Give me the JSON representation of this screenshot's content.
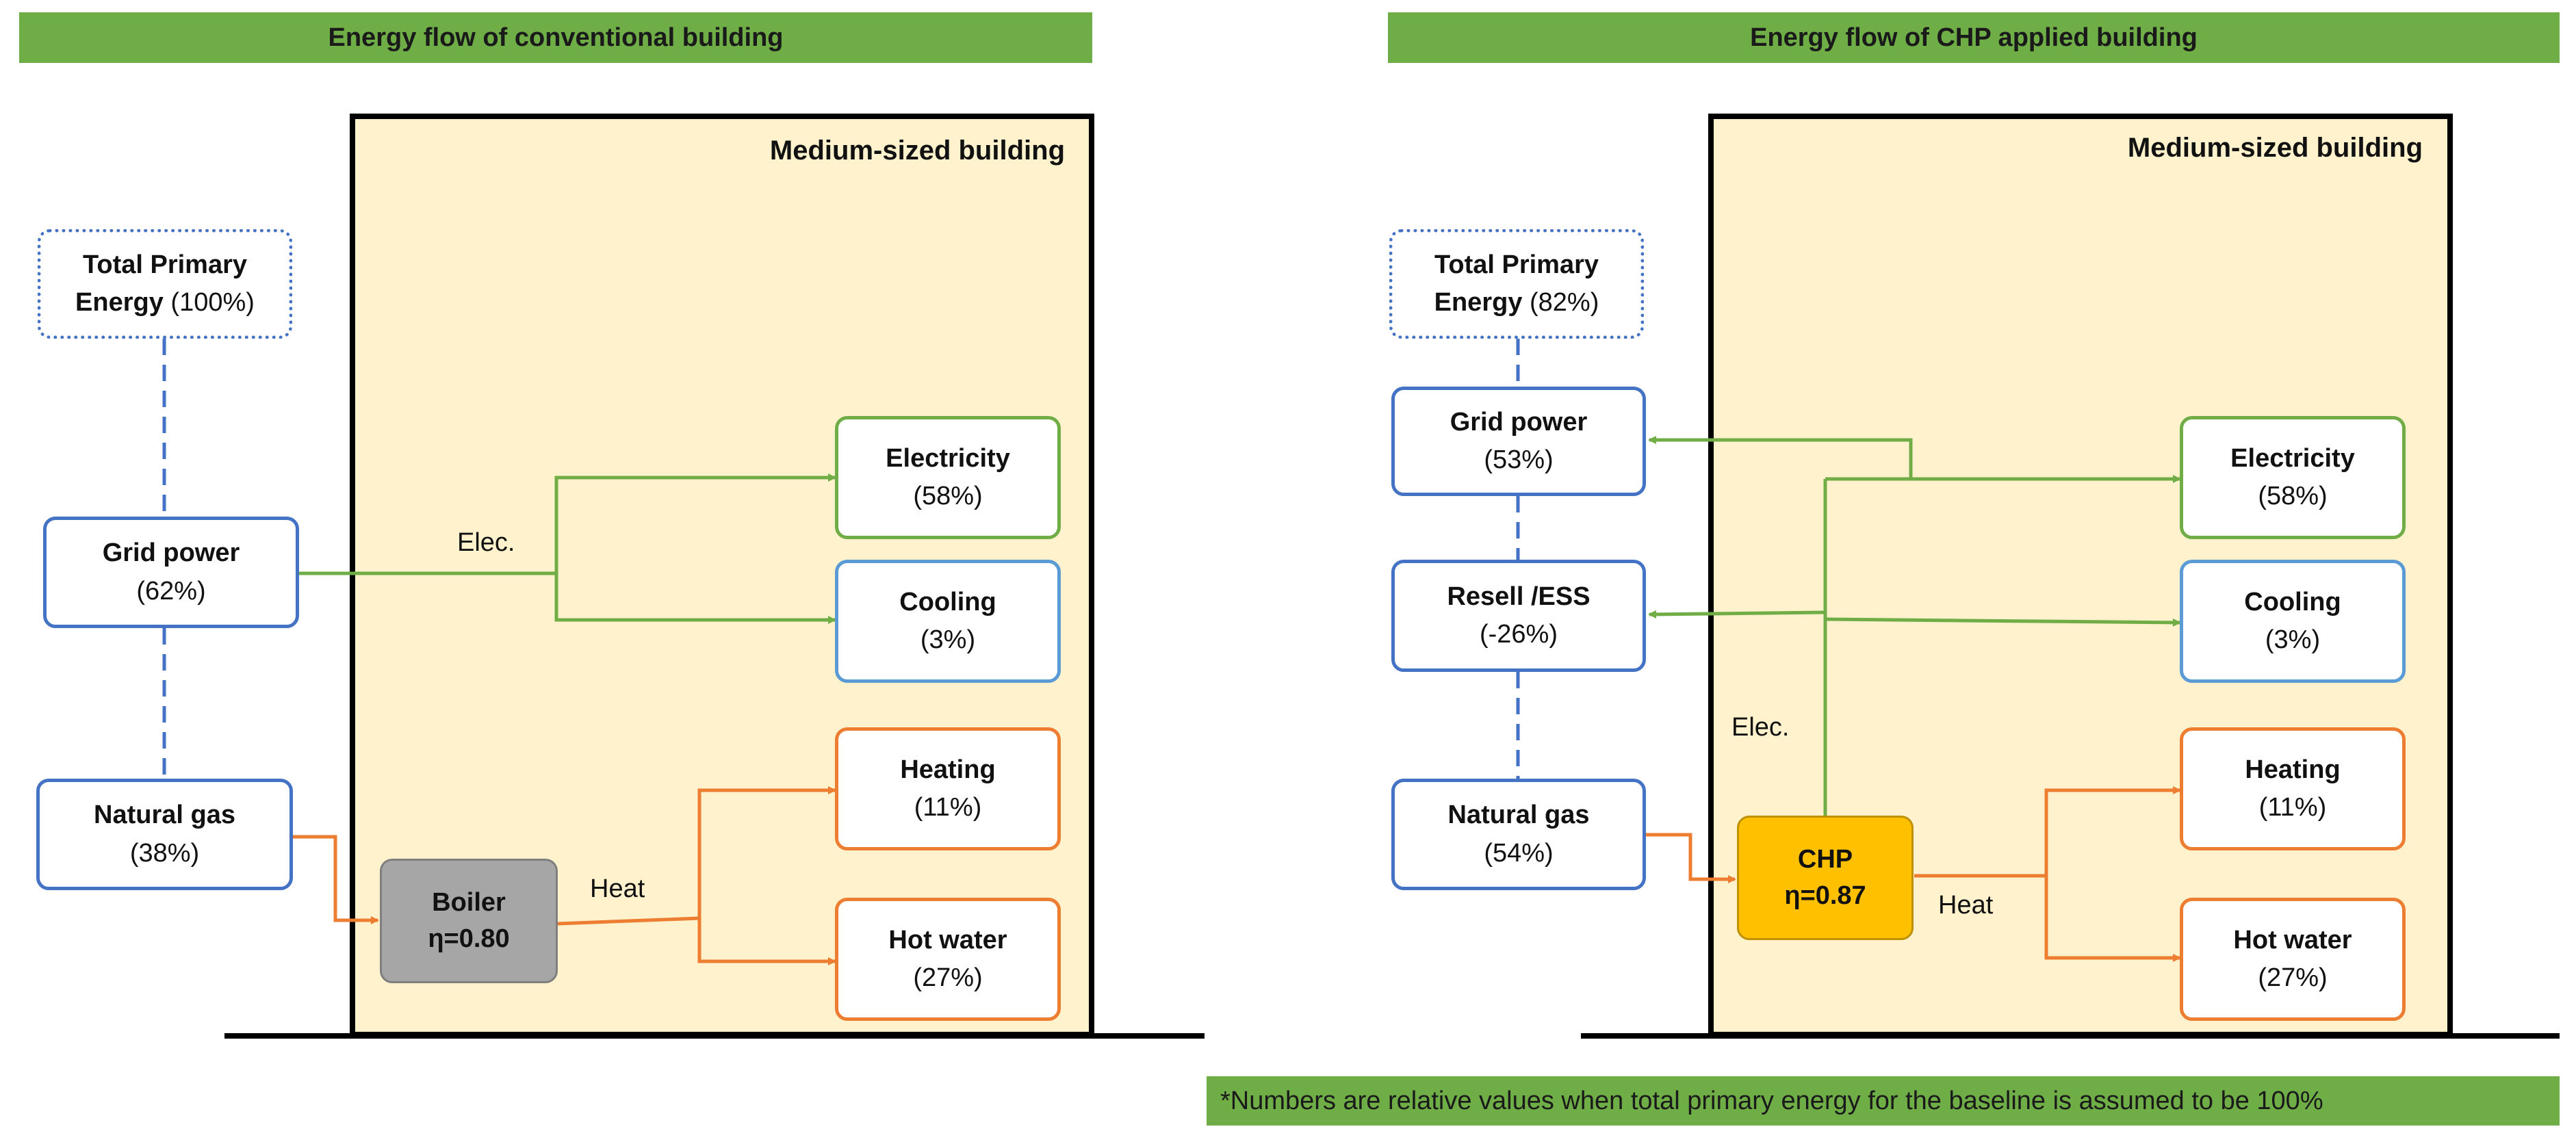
{
  "left": {
    "header": "Energy flow of conventional building",
    "building_label": "Medium-sized building",
    "total_primary": {
      "title": "Total Primary",
      "line2_bold": "Energy",
      "line2_rest": " (100%)"
    },
    "grid_power": {
      "title": "Grid power",
      "value": "(62%)"
    },
    "natural_gas": {
      "title": "Natural gas",
      "value": "(38%)"
    },
    "boiler": {
      "title": "Boiler",
      "efficiency": "η=0.80"
    },
    "electricity": {
      "title": "Electricity",
      "value": "(58%)"
    },
    "cooling": {
      "title": "Cooling",
      "value": "(3%)"
    },
    "heating": {
      "title": "Heating",
      "value": "(11%)"
    },
    "hot_water": {
      "title": "Hot water",
      "value": "(27%)"
    },
    "elec_label": "Elec.",
    "heat_label": "Heat"
  },
  "right": {
    "header": "Energy flow of CHP applied building",
    "building_label": "Medium-sized building",
    "total_primary": {
      "title": "Total Primary",
      "line2_bold": "Energy",
      "line2_rest": " (82%)"
    },
    "grid_power": {
      "title": "Grid power",
      "value": "(53%)"
    },
    "resell": {
      "title": "Resell /ESS",
      "value": "(-26%)"
    },
    "natural_gas": {
      "title": "Natural gas",
      "value": "(54%)"
    },
    "chp": {
      "title": "CHP",
      "efficiency": "η=0.87"
    },
    "electricity": {
      "title": "Electricity",
      "value": "(58%)"
    },
    "cooling": {
      "title": "Cooling",
      "value": "(3%)"
    },
    "heating": {
      "title": "Heating",
      "value": "(11%)"
    },
    "hot_water": {
      "title": "Hot water",
      "value": "(27%)"
    },
    "elec_label": "Elec.",
    "heat_label": "Heat"
  },
  "footnote": "*Numbers are relative values when total primary energy for the baseline is assumed to be 100%",
  "colors": {
    "header_green": "#6fad47",
    "building_fill": "#fff2cc",
    "elec_line": "#70ad47",
    "heat_line": "#ed7d31",
    "grid_blue": "#4472c4",
    "boiler_gray": "#a6a6a6",
    "chp_yellow": "#ffc000"
  }
}
